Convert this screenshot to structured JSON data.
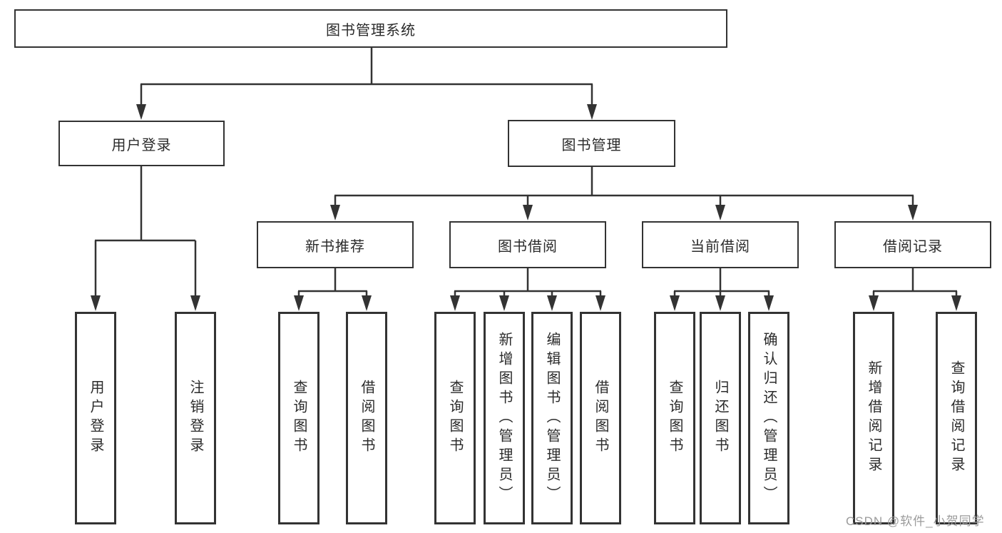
{
  "diagram": {
    "type": "tree",
    "root": {
      "label": "图书管理系统"
    },
    "branches": [
      {
        "label": "用户登录",
        "leaves": [
          {
            "label": "用户登录"
          },
          {
            "label": "注销登录"
          }
        ]
      },
      {
        "label": "图书管理",
        "groups": [
          {
            "label": "新书推荐",
            "leaves": [
              {
                "label": "查询图书"
              },
              {
                "label": "借阅图书"
              }
            ]
          },
          {
            "label": "图书借阅",
            "leaves": [
              {
                "label": "查询图书"
              },
              {
                "label": "新增图书（管理员）"
              },
              {
                "label": "编辑图书（管理员）"
              },
              {
                "label": "借阅图书"
              }
            ]
          },
          {
            "label": "当前借阅",
            "leaves": [
              {
                "label": "查询图书"
              },
              {
                "label": "归还图书"
              },
              {
                "label": "确认归还（管理员）"
              }
            ]
          },
          {
            "label": "借阅记录",
            "leaves": [
              {
                "label": "新增借阅记录"
              },
              {
                "label": "查询借阅记录"
              }
            ]
          }
        ]
      }
    ],
    "watermark": "CSDN @软件_小贺同学",
    "colors": {
      "line": "#333333",
      "text": "#2b2b2b",
      "watermark": "#9b9b9b",
      "background": "#ffffff"
    }
  }
}
